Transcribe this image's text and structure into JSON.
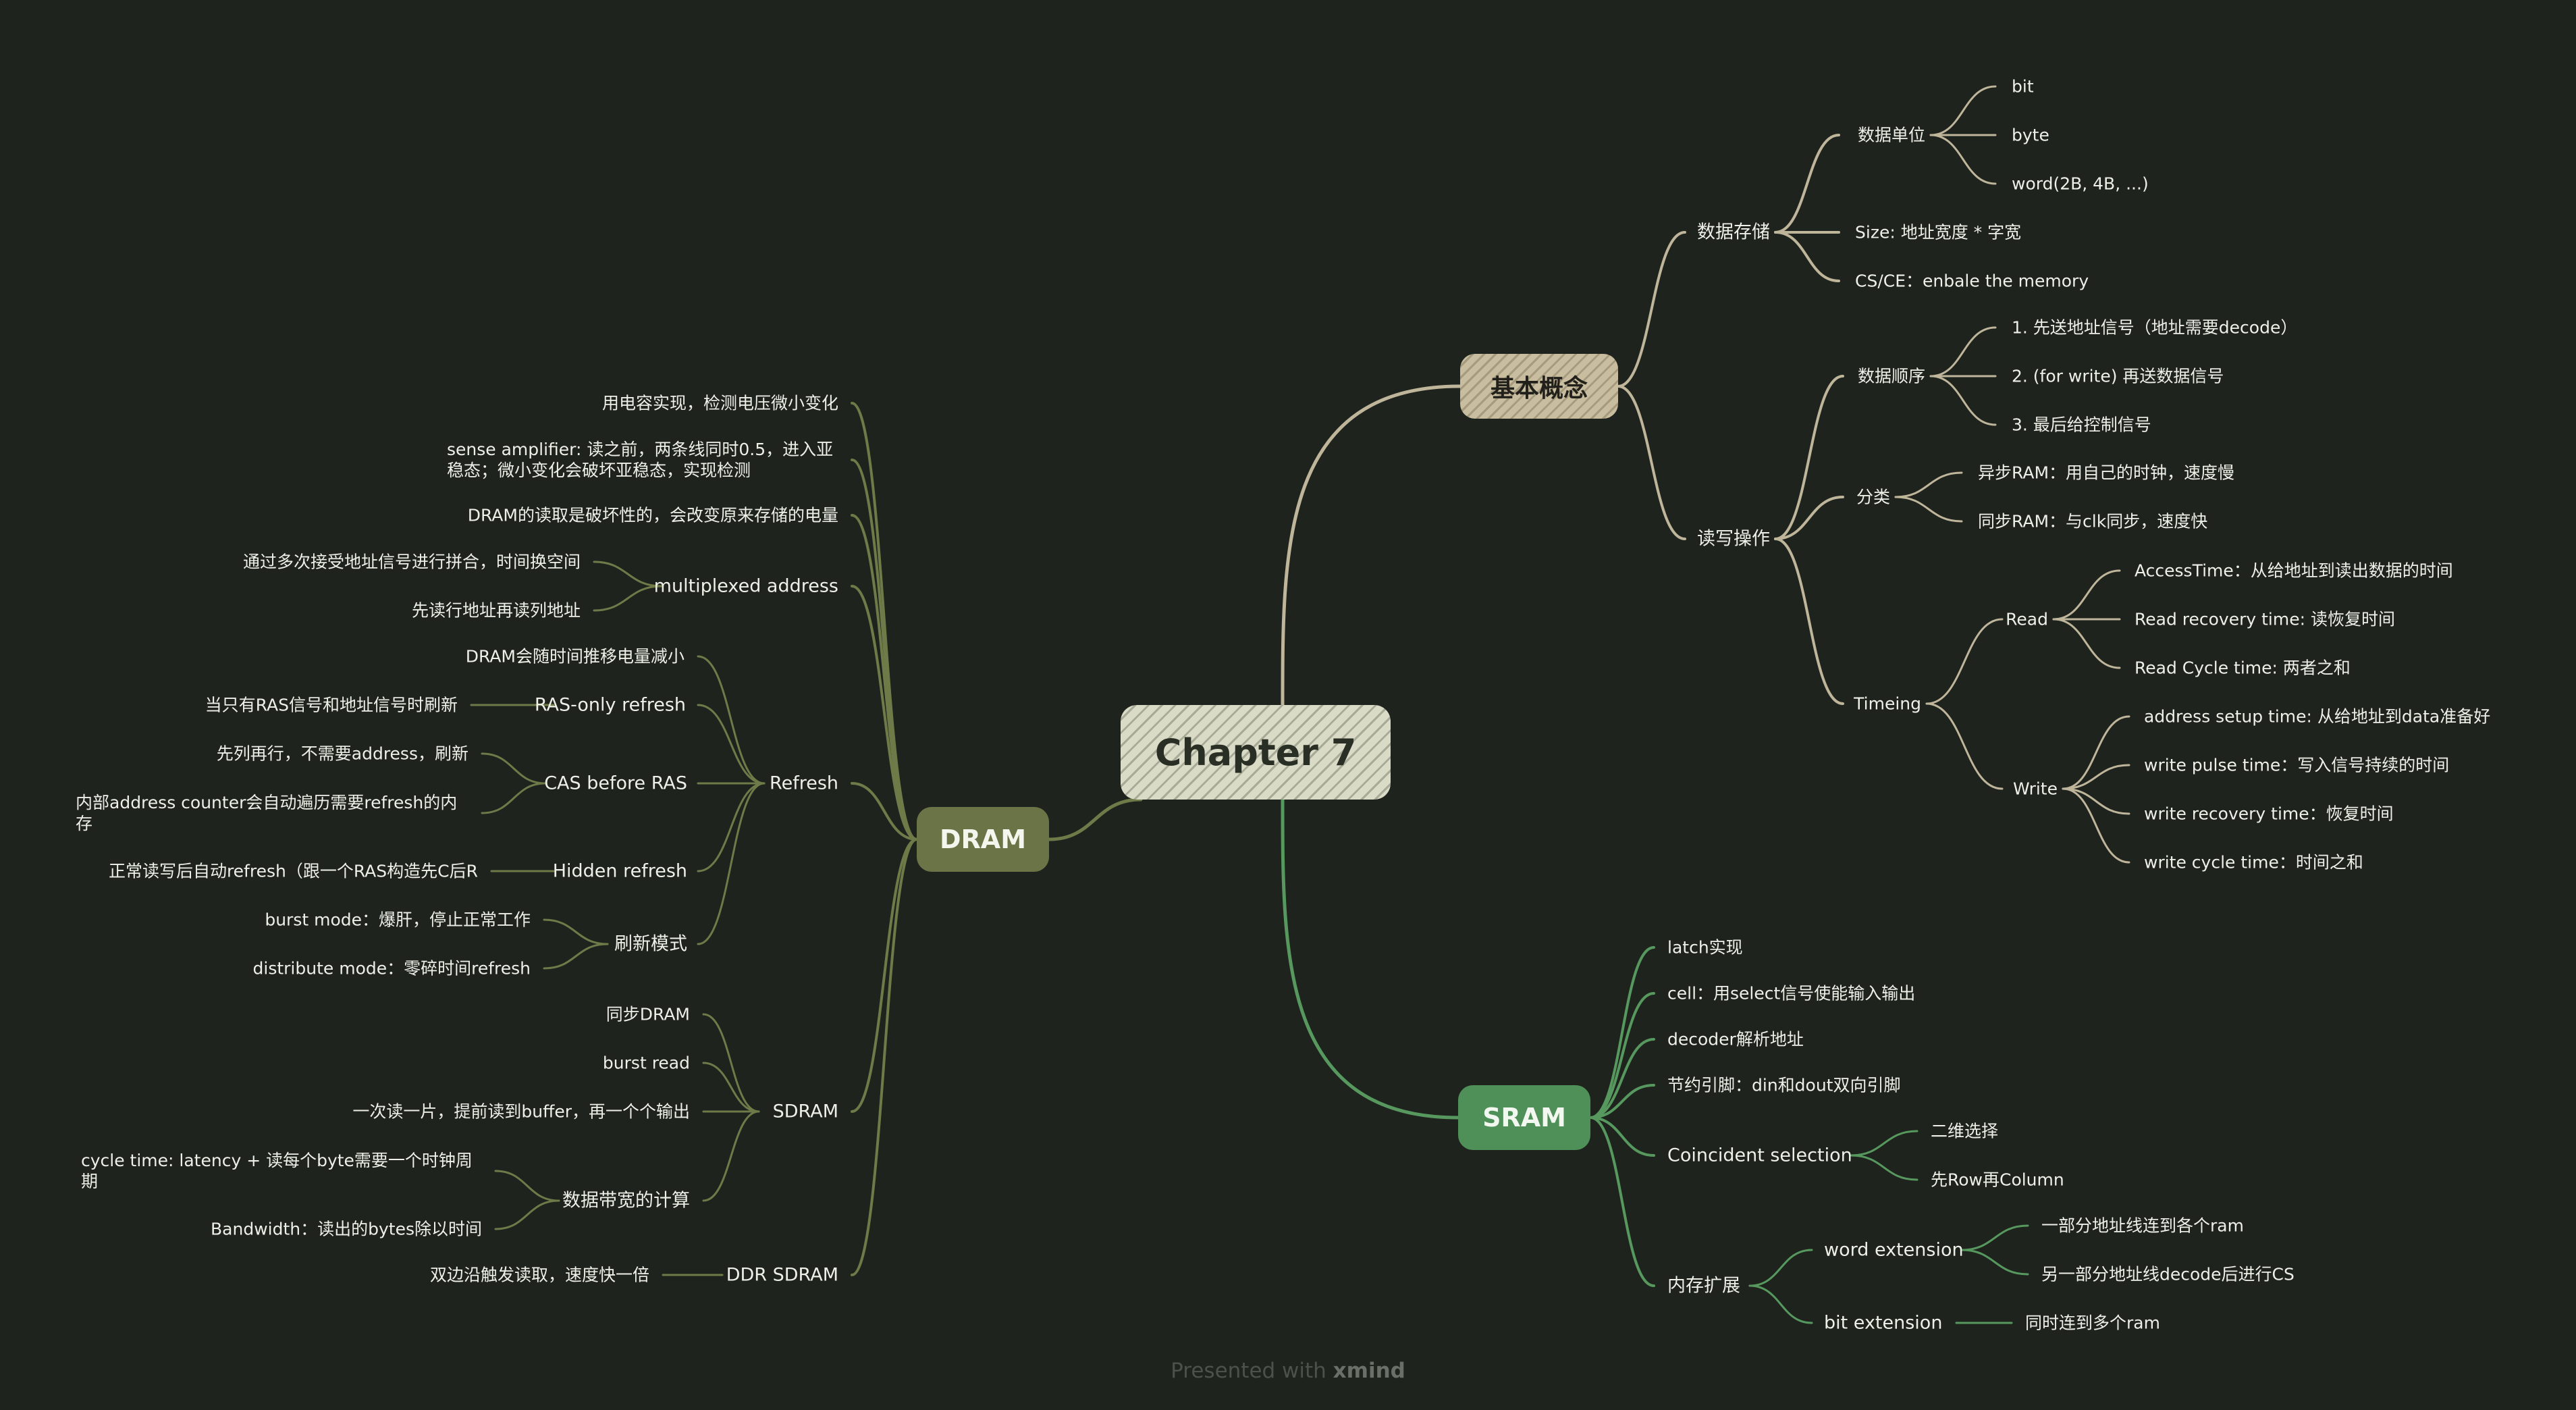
{
  "central": "Chapter 7",
  "colors": {
    "background": "#1e231e",
    "basic_branch": "#bfb59a",
    "sram_branch": "#57985e",
    "dram_branch": "#6e7a48",
    "text": "#eef0e8"
  },
  "basic": {
    "label": "基本概念",
    "storage": {
      "label": "数据存储",
      "unit": {
        "label": "数据单位",
        "items": [
          "bit",
          "byte",
          "word(2B, 4B, ...)"
        ]
      },
      "size": "Size: 地址宽度 * 字宽",
      "csce": "CS/CE：enbale the memory"
    },
    "rw": {
      "label": "读写操作",
      "order": {
        "label": "数据顺序",
        "items": [
          "1. 先送地址信号（地址需要decode）",
          "2. (for write) 再送数据信号",
          "3. 最后给控制信号"
        ]
      },
      "classify": {
        "label": "分类",
        "items": [
          "异步RAM：用自己的时钟，速度慢",
          "同步RAM：与clk同步，速度快"
        ]
      },
      "timing": {
        "label": "Timeing",
        "read": {
          "label": "Read",
          "items": [
            "AccessTime：从给地址到读出数据的时间",
            "Read recovery time: 读恢复时间",
            "Read Cycle time: 两者之和"
          ]
        },
        "write": {
          "label": "Write",
          "items": [
            "address setup time: 从给地址到data准备好",
            "write pulse time：写入信号持续的时间",
            "write recovery time：恢复时间",
            "write cycle time：时间之和"
          ]
        }
      }
    }
  },
  "sram": {
    "label": "SRAM",
    "items": [
      "latch实现",
      "cell：用select信号使能输入输出",
      "decoder解析地址",
      "节约引脚：din和dout双向引脚"
    ],
    "coincident": {
      "label": "Coincident selection",
      "items": [
        "二维选择",
        "先Row再Column"
      ]
    },
    "expand": {
      "label": "内存扩展",
      "word": {
        "label": "word extension",
        "items": [
          "一部分地址线连到各个ram",
          "另一部分地址线decode后进行CS"
        ]
      },
      "bit": {
        "label": "bit extension",
        "items": [
          "同时连到多个ram"
        ]
      }
    }
  },
  "dram": {
    "label": "DRAM",
    "items": [
      "用电容实现，检测电压微小变化",
      "sense amplifier: 读之前，两条线同时0.5，进入亚稳态；微小变化会破坏亚稳态，实现检测",
      "DRAM的读取是破坏性的，会改变原来存储的电量"
    ],
    "multiplexed": {
      "label": "multiplexed address",
      "items": [
        "通过多次接受地址信号进行拼合，时间换空间",
        "先读行地址再读列地址"
      ]
    },
    "refresh": {
      "label": "Refresh",
      "note": "DRAM会随时间推移电量减小",
      "ras_only": {
        "label": "RAS-only refresh",
        "items": [
          "当只有RAS信号和地址信号时刷新"
        ]
      },
      "cbr": {
        "label": "CAS before RAS",
        "items": [
          "先列再行，不需要address，刷新",
          "内部address counter会自动遍历需要refresh的内存"
        ]
      },
      "hidden": {
        "label": "Hidden refresh",
        "items": [
          "正常读写后自动refresh（跟一个RAS构造先C后R"
        ]
      },
      "mode": {
        "label": "刷新模式",
        "items": [
          "burst mode：爆肝，停止正常工作",
          "distribute mode：零碎时间refresh"
        ]
      }
    },
    "sdram": {
      "label": "SDRAM",
      "items": [
        "同步DRAM",
        "burst read",
        "一次读一片，提前读到buffer，再一个个输出"
      ],
      "bandwidth": {
        "label": "数据带宽的计算",
        "items": [
          "cycle time: latency + 读每个byte需要一个时钟周期",
          "Bandwidth：读出的bytes除以时间"
        ]
      }
    },
    "ddr": {
      "label": "DDR SDRAM",
      "items": [
        "双边沿触发读取，速度快一倍"
      ]
    }
  },
  "footer": {
    "prefix": "Presented with",
    "brand": "xmind"
  }
}
